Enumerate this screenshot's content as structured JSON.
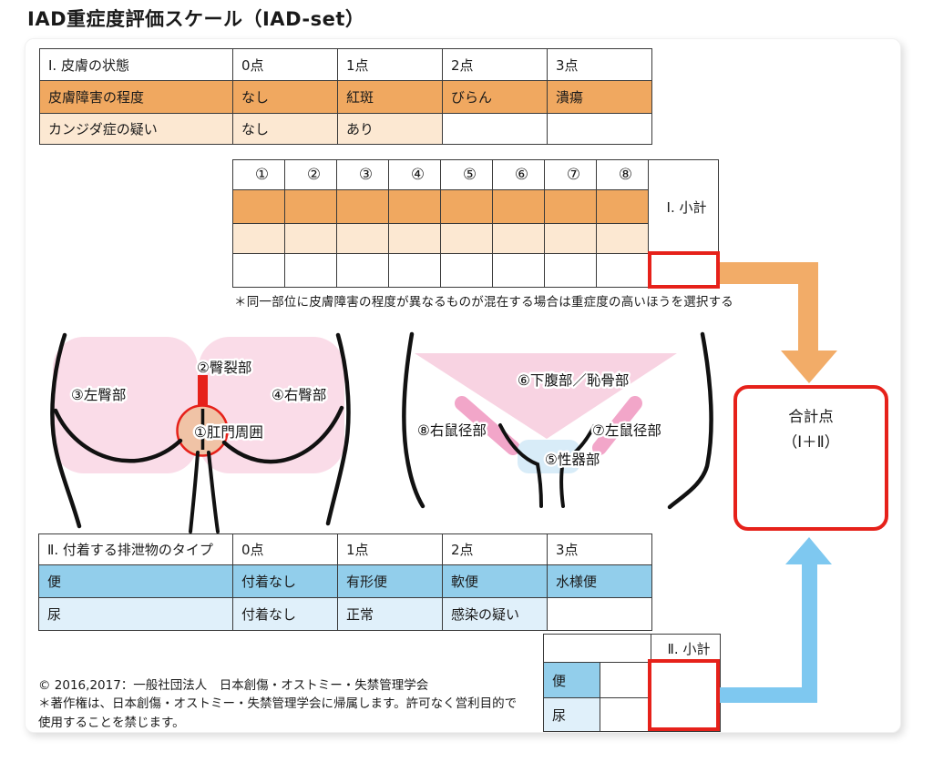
{
  "title": "IAD重症度評価スケール（IAD-set）",
  "colors": {
    "orange_row": "#F0A860",
    "cream_row": "#FCE8D2",
    "blue_row": "#92CEEB",
    "light_blue_row": "#E0F0FA",
    "red_accent": "#E6211A",
    "arrow_orange": "#F2AC68",
    "arrow_blue": "#7EC8F0",
    "skin_pink": "#FADCE8",
    "abdomen_pink": "#F8D3E2",
    "groin_pink": "#F2A6C9",
    "genital_blue": "#D8ECF8",
    "perianal_peach": "#F0C3A6"
  },
  "skin_table": {
    "header": [
      "Ⅰ. 皮膚の状態",
      "0点",
      "1点",
      "2点",
      "3点"
    ],
    "rows": [
      {
        "label": "皮膚障害の程度",
        "cells": [
          "なし",
          "紅斑",
          "びらん",
          "潰瘍"
        ]
      },
      {
        "label": "カンジダ症の疑い",
        "cells": [
          "なし",
          "あり",
          "",
          ""
        ]
      }
    ]
  },
  "site_table": {
    "columns": [
      "①",
      "②",
      "③",
      "④",
      "⑤",
      "⑥",
      "⑦",
      "⑧"
    ],
    "subtotal_label": "Ⅰ. 小計"
  },
  "note": "＊同一部位に皮膚障害の程度が異なるものが混在する場合は重症度の高いほうを選択する",
  "diagram_back": {
    "labels": {
      "anal": "①肛門周囲",
      "cleft": "②臀裂部",
      "left_buttock": "③左臀部",
      "right_buttock": "④右臀部"
    }
  },
  "diagram_front": {
    "labels": {
      "genital": "⑤性器部",
      "lower_abdomen": "⑥下腹部／恥骨部",
      "left_groin": "⑦左鼠径部",
      "right_groin": "⑧右鼠径部"
    }
  },
  "total_box": {
    "line1": "合計点",
    "line2": "（Ⅰ＋Ⅱ）"
  },
  "excreta_table": {
    "header": [
      "Ⅱ. 付着する排泄物のタイプ",
      "0点",
      "1点",
      "2点",
      "3点"
    ],
    "rows": [
      {
        "label": "便",
        "cells": [
          "付着なし",
          "有形便",
          "軟便",
          "水様便"
        ]
      },
      {
        "label": "尿",
        "cells": [
          "付着なし",
          "正常",
          "感染の疑い",
          ""
        ]
      }
    ]
  },
  "subtotal2_table": {
    "subtotal_label": "Ⅱ. 小計",
    "row_labels": [
      "便",
      "尿"
    ]
  },
  "copyright": {
    "line1": "© 2016,2017：一般社団法人　日本創傷・オストミー・失禁管理学会",
    "line2": "＊著作権は、日本創傷・オストミー・失禁管理学会に帰属します。許可なく営利目的で",
    "line3": "使用することを禁じます。"
  }
}
